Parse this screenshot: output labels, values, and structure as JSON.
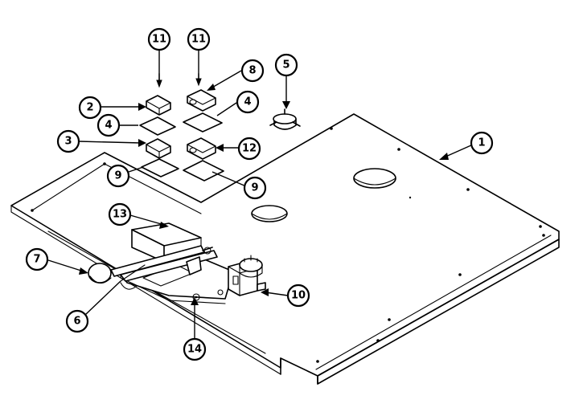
{
  "diagram": {
    "callouts": [
      {
        "id": "1",
        "label": "1"
      },
      {
        "id": "2",
        "label": "2"
      },
      {
        "id": "3",
        "label": "3"
      },
      {
        "id": "4a",
        "label": "4"
      },
      {
        "id": "4b",
        "label": "4"
      },
      {
        "id": "5",
        "label": "5"
      },
      {
        "id": "6",
        "label": "6"
      },
      {
        "id": "7",
        "label": "7"
      },
      {
        "id": "8",
        "label": "8"
      },
      {
        "id": "9a",
        "label": "9"
      },
      {
        "id": "9b",
        "label": "9"
      },
      {
        "id": "10",
        "label": "10"
      },
      {
        "id": "11a",
        "label": "11"
      },
      {
        "id": "11b",
        "label": "11"
      },
      {
        "id": "12",
        "label": "12"
      },
      {
        "id": "13",
        "label": "13"
      },
      {
        "id": "14",
        "label": "14"
      }
    ]
  }
}
